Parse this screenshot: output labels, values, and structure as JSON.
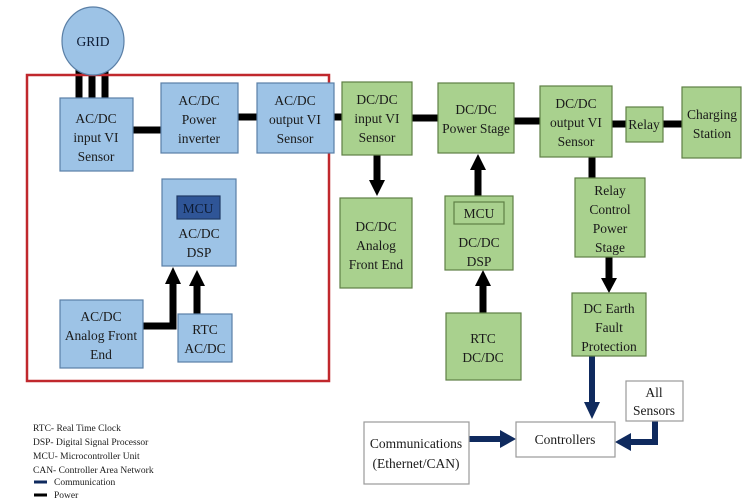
{
  "diagram": {
    "colors": {
      "ac_block": "#9dc3e6",
      "dc_block": "#a9d18e",
      "mcu_ac": "#2f5597",
      "ac_dc_boundary": "#c0282d",
      "power_line": "#000000",
      "communication_line": "#0f2a5e"
    },
    "grid": {
      "label": "GRID"
    },
    "ac_dc_section": {
      "input_sensor": [
        "AC/DC",
        "input VI",
        "Sensor"
      ],
      "power_inverter": [
        "AC/DC",
        "Power",
        "inverter"
      ],
      "output_sensor": [
        "AC/DC",
        "output VI",
        "Sensor"
      ],
      "dsp": {
        "mcu": "MCU",
        "lines": [
          "AC/DC",
          "DSP"
        ]
      },
      "analog_front_end": [
        "AC/DC",
        "Analog Front",
        "End"
      ],
      "rtc": [
        "RTC",
        "AC/DC"
      ]
    },
    "dc_dc_section": {
      "input_sensor": [
        "DC/DC",
        "input VI",
        "Sensor"
      ],
      "power_stage": [
        "DC/DC",
        "Power Stage"
      ],
      "output_sensor": [
        "DC/DC",
        "output VI",
        "Sensor"
      ],
      "relay": [
        "Relay"
      ],
      "charging_station": [
        "Charging",
        "Station"
      ],
      "analog_front_end": [
        "DC/DC",
        "Analog",
        "Front End"
      ],
      "dsp": {
        "mcu": "MCU",
        "lines": [
          "DC/DC",
          "DSP"
        ]
      },
      "rtc": [
        "RTC",
        "DC/DC"
      ],
      "relay_control": [
        "Relay",
        "Control",
        "Power",
        "Stage"
      ],
      "earth_fault": [
        "DC Earth",
        "Fault",
        "Protection"
      ]
    },
    "control": {
      "communications": [
        "Communications",
        "(Ethernet/CAN)"
      ],
      "controllers": [
        "Controllers"
      ],
      "all_sensors": [
        "All",
        "Sensors"
      ]
    },
    "legend": {
      "abbreviations": [
        "RTC- Real Time Clock",
        "DSP- Digital Signal Processor",
        "MCU- Microcontroller Unit",
        "CAN- Controller Area Network"
      ],
      "communication_label": "Communication",
      "power_label": "Power"
    }
  }
}
